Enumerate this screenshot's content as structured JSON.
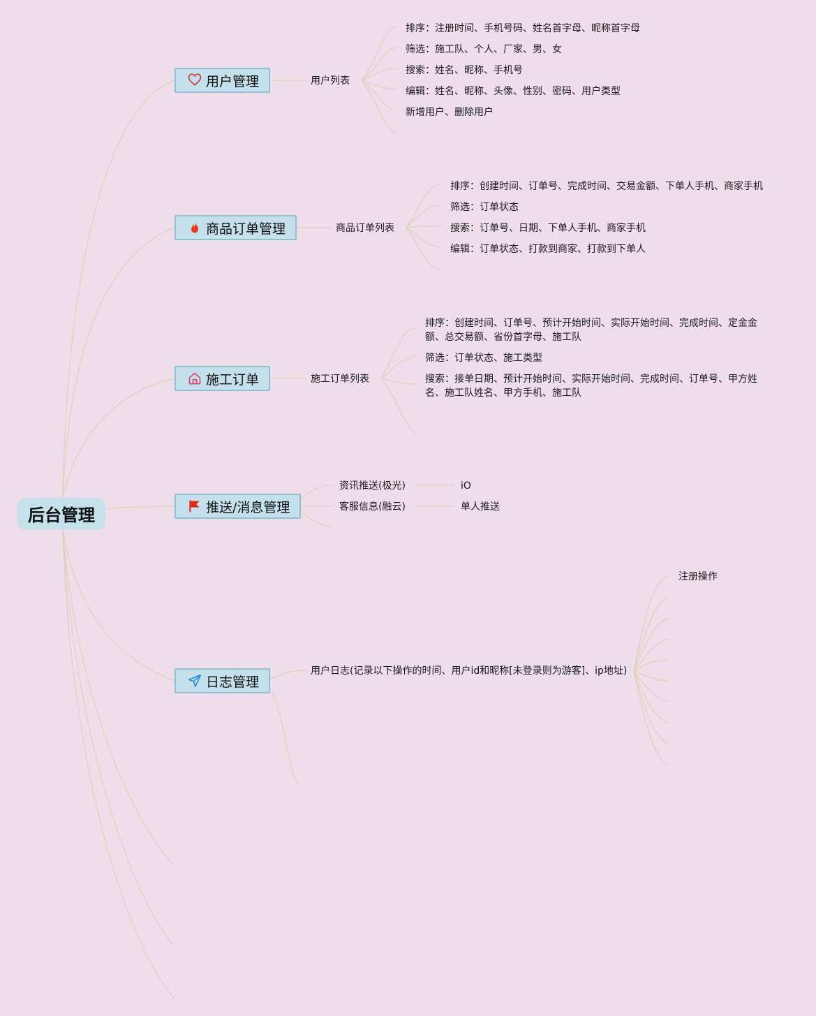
{
  "root": {
    "label": "后台管理"
  },
  "branches": {
    "users": {
      "label": "用户管理",
      "icon": "heart-icon",
      "topic": "用户列表",
      "leaves": [
        "排序：注册时间、手机号码、姓名首字母、昵称首字母",
        "筛选：施工队、个人、厂家、男、女",
        "搜索：姓名、昵称、手机号",
        "编辑：姓名、昵称、头像、性别、密码、用户类型",
        "新增用户、删除用户"
      ]
    },
    "orders": {
      "label": "商品订单管理",
      "icon": "fire-icon",
      "topic": "商品订单列表",
      "leaves": [
        "排序：创建时间、订单号、完成时间、交易金额、下单人手机、商家手机",
        "筛选：订单状态",
        "搜索：订单号、日期、下单人手机、商家手机",
        "编辑：订单状态、打款到商家、打款到下单人"
      ]
    },
    "construction": {
      "label": "施工订单",
      "icon": "home-icon",
      "topic": "施工订单列表",
      "leaves": [
        "排序：创建时间、订单号、预计开始时间、实际开始时间、完成时间、定金金额、总交易额、省份首字母、施工队",
        "筛选：订单状态、施工类型",
        "搜索：接单日期、预计开始时间、实际开始时间、完成时间、订单号、甲方姓名、施工队姓名、甲方手机、施工队"
      ]
    },
    "push": {
      "label": "推送/消息管理",
      "icon": "flag-icon",
      "topics": [
        {
          "label": "资讯推送(极光)",
          "child": "iO"
        },
        {
          "label": "客服信息(融云)",
          "child": "单人推送"
        }
      ]
    },
    "logs": {
      "label": "日志管理",
      "icon": "send-icon",
      "topic": "用户日志(记录以下操作的时间、用户id和昵称[未登录则为游客]、ip地址)",
      "leaves": [
        "注册操作"
      ]
    }
  },
  "colors": {
    "background": "#eedeeb",
    "node_fill": "#c3e0ec",
    "node_border": "#93bfd0",
    "connector": "#e3cdb9"
  }
}
